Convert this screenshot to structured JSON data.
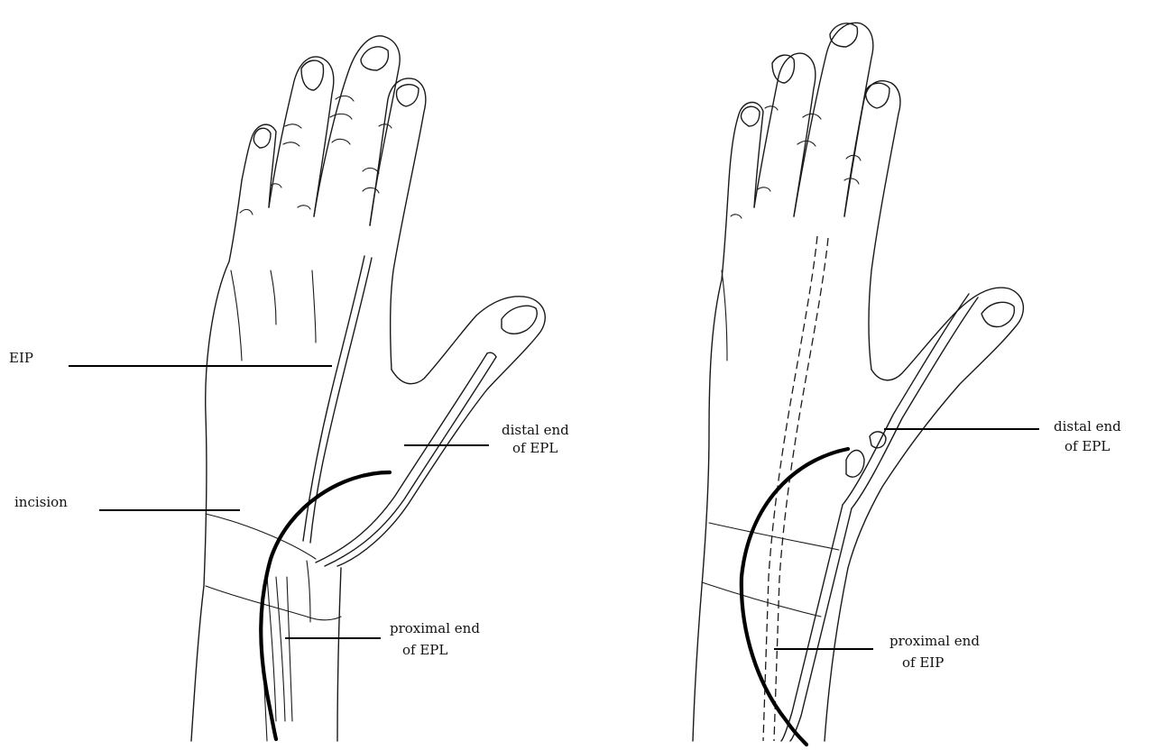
{
  "panels": [
    {
      "id": "left",
      "labels": {
        "eip": "EIP",
        "incision": "incision",
        "distal_line1": "distal end",
        "distal_line2": "of EPL",
        "proximal_line1": "proximal end",
        "proximal_line2": "of EPL"
      }
    },
    {
      "id": "right",
      "labels": {
        "distal_line1": "distal end",
        "distal_line2": "of EPL",
        "proximal_line1": "proximal end",
        "proximal_line2": "of EIP"
      }
    }
  ]
}
